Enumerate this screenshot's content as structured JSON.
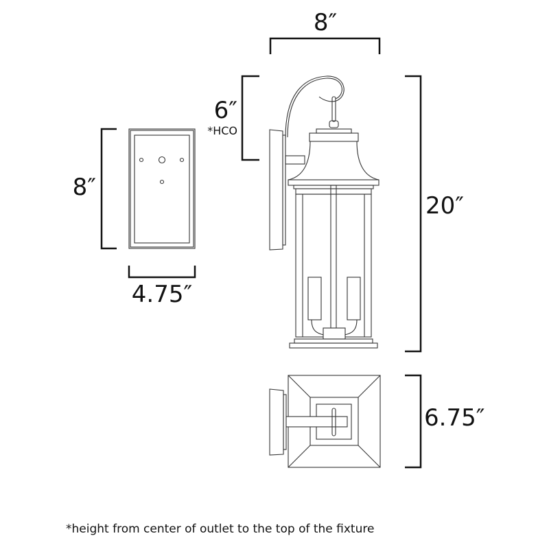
{
  "diagram": {
    "title": "Outdoor wall lantern dimension drawing",
    "colors": {
      "line": "#333333",
      "text": "#111111",
      "background": "#ffffff"
    },
    "dimensions": {
      "fixture_width": "8″",
      "hco_height": "6″",
      "hco_label": "*HCO",
      "fixture_height": "20″",
      "backplate_height": "8″",
      "backplate_width": "4.75″",
      "extension": "6.75″"
    },
    "views": [
      "backplate-front-view",
      "fixture-side-view",
      "fixture-top-view"
    ],
    "footnote": "*height from center of outlet to the top of the fixture"
  }
}
